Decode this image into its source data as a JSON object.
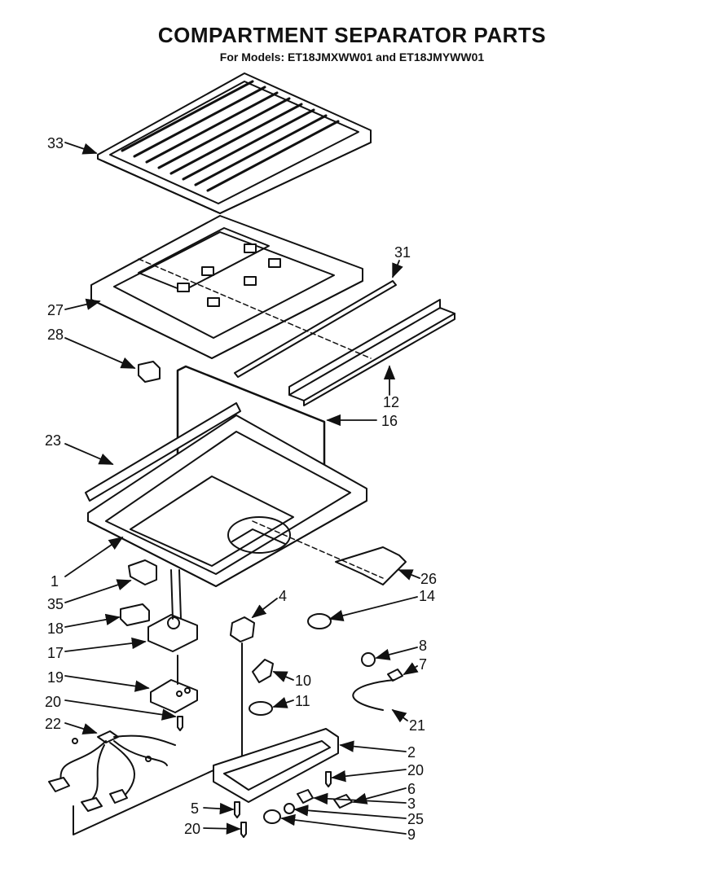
{
  "header": {
    "title": "COMPARTMENT SEPARATOR PARTS",
    "subtitle": "For Models: ET18JMXWW01 and ET18JMYWW01"
  },
  "callouts": {
    "p33": "33",
    "p31": "31",
    "p27": "27",
    "p28": "28",
    "p12": "12",
    "p16": "16",
    "p23": "23",
    "p1": "1",
    "p26": "26",
    "p35": "35",
    "p4": "4",
    "p14": "14",
    "p18": "18",
    "p17": "17",
    "p8": "8",
    "p7": "7",
    "p19": "19",
    "p10": "10",
    "p11": "11",
    "p20a": "20",
    "p21": "21",
    "p22": "22",
    "p2": "2",
    "p20b": "20",
    "p6": "6",
    "p5": "5",
    "p3": "3",
    "p25": "25",
    "p20c": "20",
    "p9": "9"
  }
}
